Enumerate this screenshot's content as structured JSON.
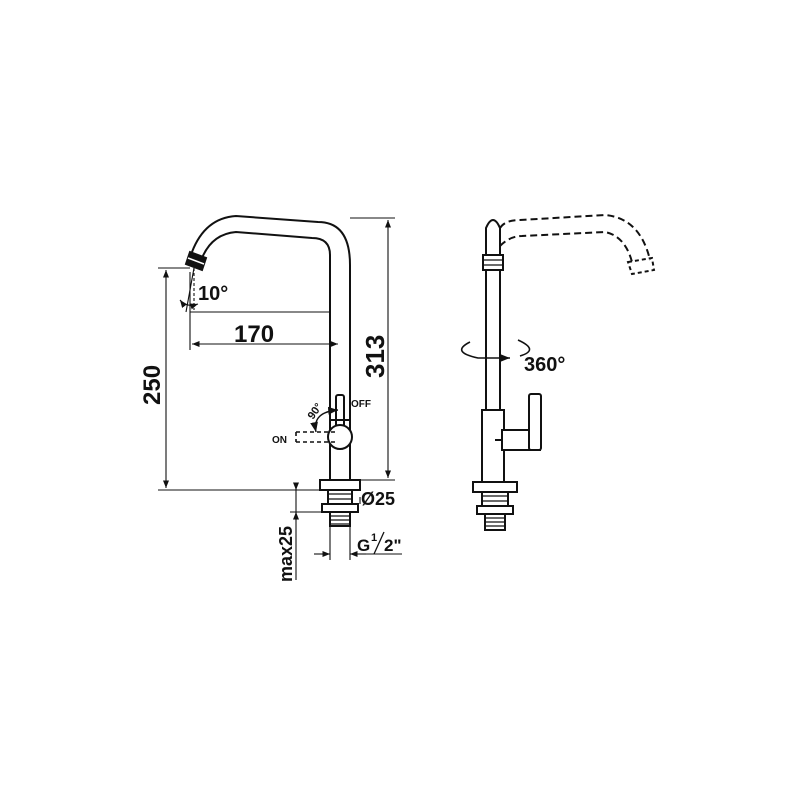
{
  "dimensions": {
    "spout_reach": "170",
    "height_to_spout": "250",
    "total_height": "313",
    "spout_tilt": "10°",
    "base_diameter": "Ø25",
    "max_deck_thickness": "max25",
    "thread_prefix": "G",
    "thread_numerator": "1",
    "thread_denominator": "2\""
  },
  "handle": {
    "angle": "90°",
    "on_label": "ON",
    "off_label": "OFF"
  },
  "rotation": {
    "swivel": "360°"
  }
}
